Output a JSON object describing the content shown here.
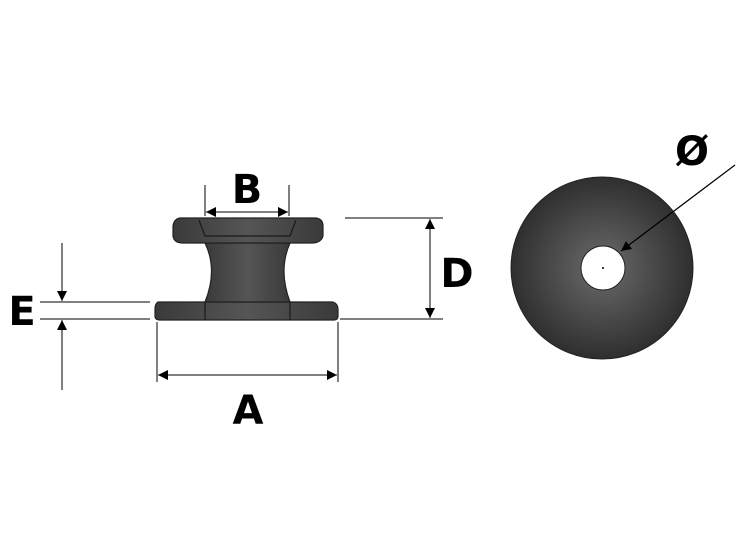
{
  "labels": {
    "a": "A",
    "b": "B",
    "d": "D",
    "e": "E",
    "diameter": "Ø"
  },
  "colors": {
    "body_dark": "#2f2f2f",
    "body_light": "#6b6b6b",
    "line": "#000000"
  }
}
